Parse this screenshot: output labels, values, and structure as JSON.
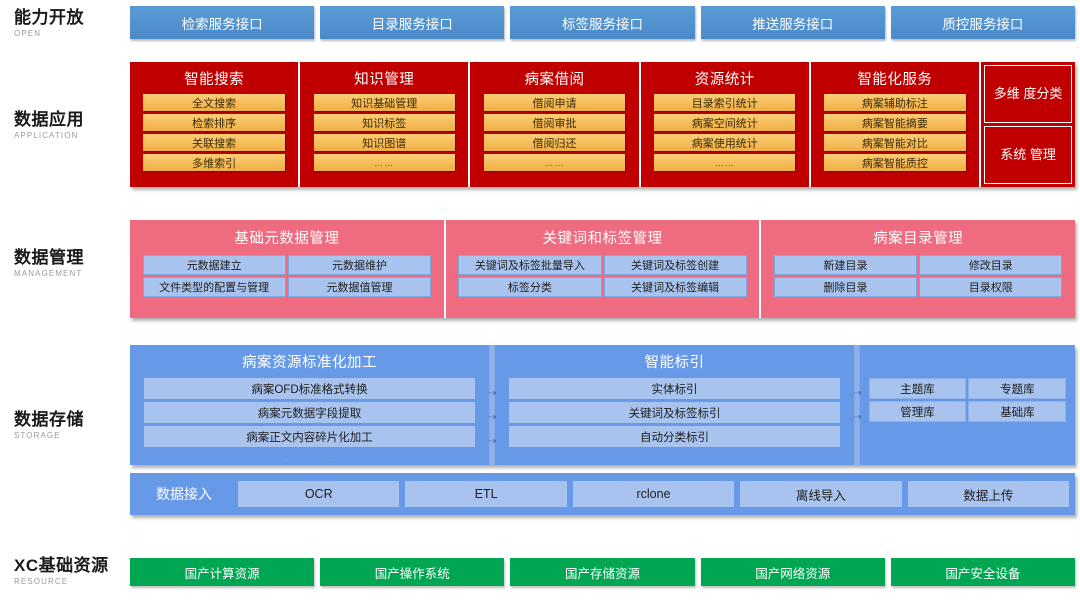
{
  "layers": [
    {
      "cn": "能力开放",
      "en": "OPEN"
    },
    {
      "cn": "数据应用",
      "en": "APPLICATION"
    },
    {
      "cn": "数据管理",
      "en": "MANAGEMENT"
    },
    {
      "cn": "数据存储",
      "en": "STORAGE"
    },
    {
      "cn": "XC基础资源",
      "en": "RESOURCE"
    }
  ],
  "open": {
    "services": [
      "检索服务接口",
      "目录服务接口",
      "标签服务接口",
      "推送服务接口",
      "质控服务接口"
    ]
  },
  "application": {
    "columns": [
      {
        "title": "智能搜索",
        "items": [
          "全文搜索",
          "检索排序",
          "关联搜索",
          "多维索引"
        ]
      },
      {
        "title": "知识管理",
        "items": [
          "知识基础管理",
          "知识标签",
          "知识图谱",
          "……"
        ]
      },
      {
        "title": "病案借阅",
        "items": [
          "借阅申请",
          "借阅审批",
          "借阅归还",
          "……"
        ]
      },
      {
        "title": "资源统计",
        "items": [
          "目录索引统计",
          "病案空间统计",
          "病案使用统计",
          "……"
        ]
      },
      {
        "title": "智能化服务",
        "items": [
          "病案辅助标注",
          "病案智能摘要",
          "病案智能对比",
          "病案智能质控"
        ]
      }
    ],
    "side": [
      "多维\n度分类",
      "系统\n管理"
    ]
  },
  "management": {
    "columns": [
      {
        "title": "基础元数据管理",
        "cells": [
          "元数据建立",
          "元数据维护",
          "文件类型的配置与管理",
          "元数据值管理"
        ]
      },
      {
        "title": "关键词和标签管理",
        "cells": [
          "关键词及标签批量导入",
          "关键词及标签创建",
          "标签分类",
          "关键词及标签编辑"
        ]
      },
      {
        "title": "病案目录管理",
        "cells": [
          "新建目录",
          "修改目录",
          "删除目录",
          "目录权限"
        ]
      }
    ]
  },
  "storage": {
    "panels": [
      {
        "title": "病案资源标准化加工",
        "items": [
          "病案OFD标准格式转换",
          "病案元数据字段提取",
          "病案正文内容碎片化加工"
        ]
      },
      {
        "title": "智能标引",
        "items": [
          "实体标引",
          "关键词及标签标引",
          "自动分类标引"
        ]
      }
    ],
    "libraries": [
      "主题库",
      "专题库",
      "管理库",
      "基础库"
    ],
    "ingest": {
      "label": "数据接入",
      "sources": [
        "OCR",
        "ETL",
        "rclone",
        "离线导入",
        "数据上传"
      ]
    },
    "arrow_glyph": "⇢",
    "up_arrow_glyph": "︿"
  },
  "resource": {
    "items": [
      "国产计算资源",
      "国产操作系统",
      "国产存储资源",
      "国产网络资源",
      "国产安全设备"
    ]
  },
  "colors": {
    "open_blue": "#5B9BD5",
    "application_red": "#C00000",
    "application_gold": "#F0AE44",
    "management_pink": "#EE6B80",
    "storage_blue": "#6699E8",
    "inner_blue": "#A8C4EE",
    "resource_green": "#00A651"
  }
}
